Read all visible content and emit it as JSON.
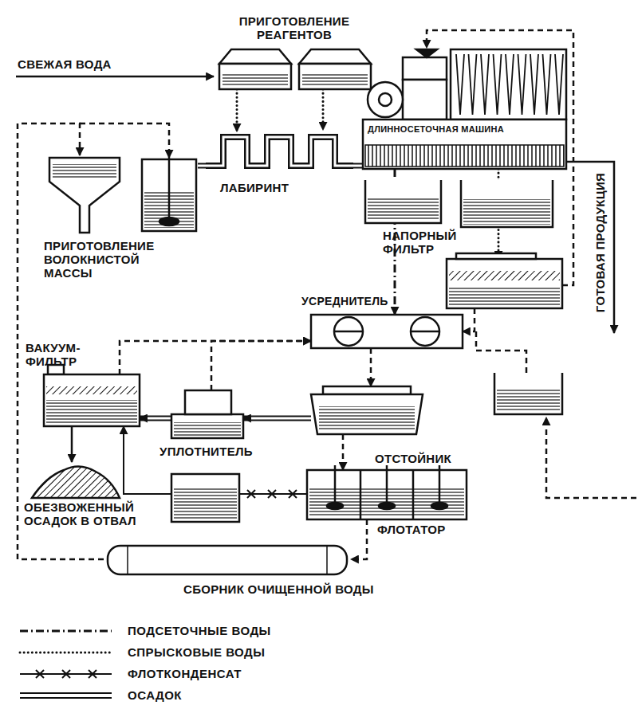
{
  "diagram": {
    "nodes": [
      {
        "text": [
          "ПРИГОТОВЛЕНИЕ РЕАГЕНТОВ"
        ]
      },
      {
        "text": [
          "ДЛИННОСЕТОЧНАЯ МАШИНА"
        ]
      },
      {
        "text": [
          "ПРИГОТОВЛЕНИЕ ВОЛОКНИСТОЙ МАССЫ"
        ]
      },
      {
        "text": [
          "ЛАБИРИНТ"
        ]
      },
      {
        "text": [
          "НАПОРНЫЙ ФИЛЬТР"
        ]
      },
      {
        "text": [
          "УСРЕДНИТЕЛЬ"
        ]
      },
      {
        "text": [
          "ВАКУУМ- ФИЛЬТР"
        ]
      },
      {
        "text": [
          "УПЛОТНИТЕЛЬ"
        ]
      },
      {
        "text": [
          "ОТСТОЙНИК"
        ]
      },
      {
        "text": [
          "ФЛОТАТОР"
        ]
      },
      {
        "text": [
          "СБОРНИК ОЧИЩЕННОЙ ВОДЫ"
        ]
      }
    ],
    "edges": [
      {
        "from": 0,
        "to": 3,
        "arrow": "to"
      },
      {
        "from": 2,
        "to": 3,
        "arrow": "none"
      },
      {
        "from": 3,
        "to": 1,
        "arrow": "none"
      },
      {
        "from": 1,
        "to": 5,
        "arrow": "to"
      },
      {
        "from": 1,
        "to": 4,
        "arrow": "to"
      },
      {
        "from": 4,
        "to": 1,
        "arrow": "to"
      },
      {
        "from": 4,
        "to": 5,
        "arrow": "to"
      },
      {
        "from": 5,
        "to": 8,
        "arrow": "to"
      },
      {
        "from": 8,
        "to": 7,
        "arrow": "to"
      },
      {
        "from": 7,
        "to": 6,
        "arrow": "to"
      },
      {
        "from": 6,
        "to": 5,
        "arrow": "to"
      },
      {
        "from": 7,
        "to": 5,
        "arrow": "to"
      },
      {
        "from": 8,
        "to": 9,
        "arrow": "to"
      },
      {
        "from": 9,
        "to": 6,
        "arrow": "to"
      },
      {
        "from": 9,
        "to": 10,
        "arrow": "to"
      },
      {
        "from": 10,
        "to": 2,
        "arrow": "to"
      }
    ],
    "labels": [
      "СВЕЖАЯ ВОДА",
      "ГОТОВАЯ ПРОДУКЦИЯ",
      "ОБЕЗВОЖЕННЫЙ ОСАДОК В ОТВАЛ"
    ],
    "legend": [
      {
        "text": "ПОДСЕТОЧНЫЕ ВОДЫ"
      },
      {
        "text": "СПРЫСКОВЫЕ ВОДЫ"
      },
      {
        "text": "ФЛОТКОНДЕНСАТ"
      },
      {
        "text": "ОСАДОК"
      }
    ]
  }
}
